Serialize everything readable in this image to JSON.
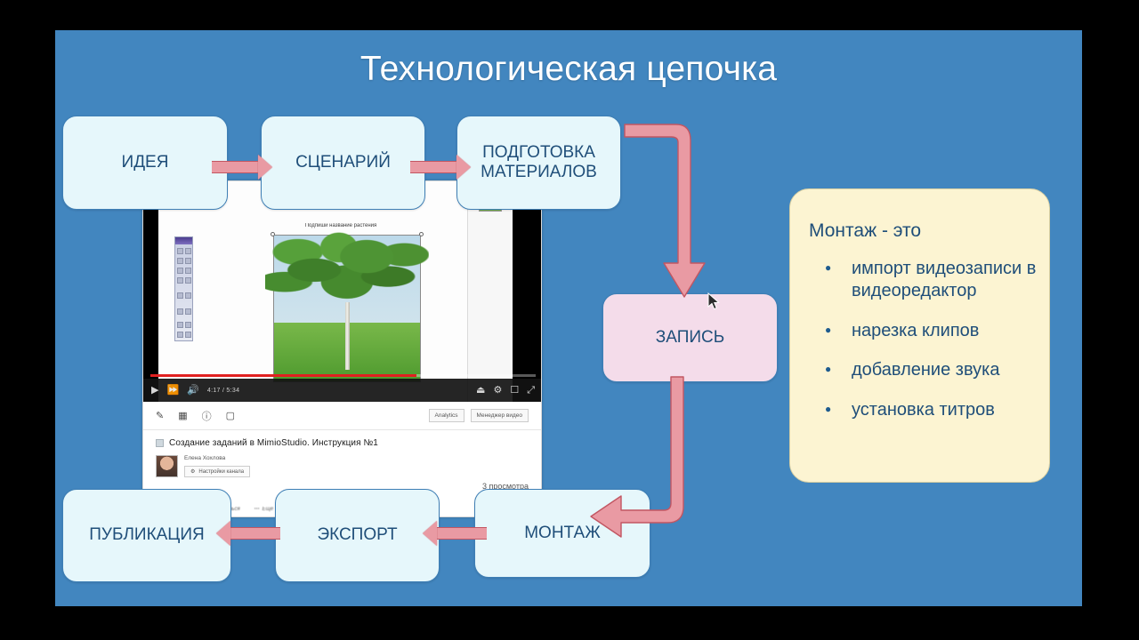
{
  "slide": {
    "title": "Технологическая цепочка",
    "background_color": "#4286bf",
    "node_fill": "#e6f7fb",
    "node_accent": "#f4dcea",
    "arrow_color": "#e99aa3",
    "panel_fill": "#fcf4d2",
    "text_color": "#1f4e79"
  },
  "flow": {
    "nodes": [
      {
        "id": "idea",
        "label": "ИДЕЯ"
      },
      {
        "id": "scenario",
        "label": "СЦЕНАРИЙ"
      },
      {
        "id": "materials",
        "label": "ПОДГОТОВКА\nМАТЕРИАЛОВ"
      },
      {
        "id": "record",
        "label": "ЗАПИСЬ"
      },
      {
        "id": "editing",
        "label": "МОНТАЖ"
      },
      {
        "id": "export",
        "label": "ЭКСПОРТ"
      },
      {
        "id": "publish",
        "label": "ПУБЛИКАЦИЯ"
      }
    ]
  },
  "info_panel": {
    "title": "Монтаж - это",
    "items": [
      "импорт видеозаписи в\nвидеоредактор",
      "нарезка клипов",
      "добавление звука",
      "установка титров"
    ]
  },
  "video": {
    "slide_caption": "Подпиши название растения",
    "time": "4:17 / 5:34",
    "buttons": {
      "analytics": "Analytics",
      "video_manager": "Менеджер видео",
      "channel_settings": "Настройки канала"
    },
    "title": "Создание заданий в MimioStudio. Инструкция №1",
    "owner": "Елена Хохлова",
    "views": "3 просмотра",
    "bottom_actions": [
      "Добавить",
      "Поделиться",
      "Ещё"
    ],
    "icons": {
      "play": "play-icon",
      "next": "next-track-icon",
      "volume": "volume-icon",
      "subtitles": "subtitles-icon",
      "settings": "gear-icon",
      "theater": "theater-mode-icon",
      "fullscreen": "fullscreen-icon",
      "edit": "pencil-icon",
      "card": "card-icon",
      "info": "info-icon",
      "annotation": "annotation-icon"
    }
  }
}
